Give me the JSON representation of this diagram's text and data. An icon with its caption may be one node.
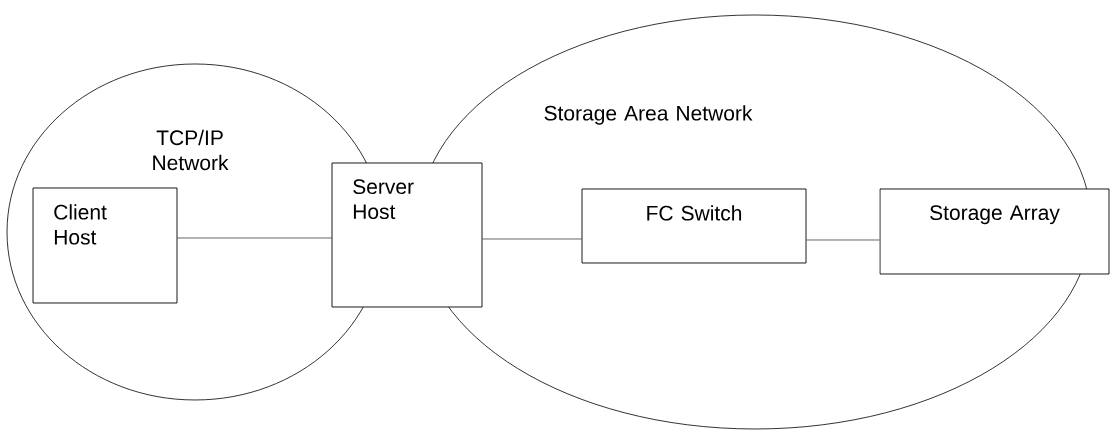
{
  "diagram": {
    "nodes": [
      {
        "text": [
          "TCP/IP Network"
        ]
      },
      {
        "text": [
          "Storage Area Network"
        ]
      },
      {
        "text": [
          "Client Host"
        ],
        "in": 0
      },
      {
        "text": [
          "Server Host"
        ]
      },
      {
        "text": [
          "FC Switch"
        ],
        "in": 1
      },
      {
        "text": [
          "Storage Array"
        ]
      }
    ],
    "edges": [
      {
        "from": 2,
        "to": 3,
        "arrow": "none"
      },
      {
        "from": 3,
        "to": 4,
        "arrow": "none"
      },
      {
        "from": 4,
        "to": 5,
        "arrow": "none"
      }
    ]
  }
}
